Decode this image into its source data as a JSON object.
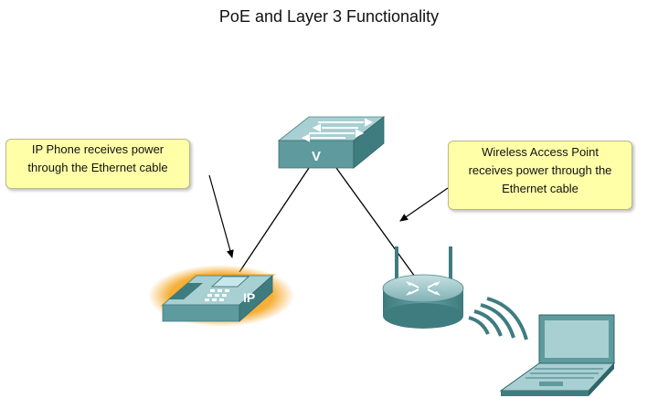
{
  "title": "PoE and Layer 3 Functionality",
  "switch": {
    "label": "V",
    "icon": "multilayer-switch-icon"
  },
  "phone": {
    "label": "IP",
    "icon": "ip-phone-icon",
    "callout": [
      "IP Phone receives power",
      "through the Ethernet cable"
    ]
  },
  "access_point": {
    "icon": "wireless-access-point-icon",
    "callout": [
      "Wireless Access Point",
      "receives power through the",
      "Ethernet cable"
    ]
  },
  "laptop": {
    "icon": "laptop-icon"
  },
  "colors": {
    "device_teal": "#5e9a9e",
    "device_dark": "#2f6468",
    "callout_fill": "#ffffa8",
    "phone_glow": "#f5a623",
    "wire": "#000000"
  }
}
